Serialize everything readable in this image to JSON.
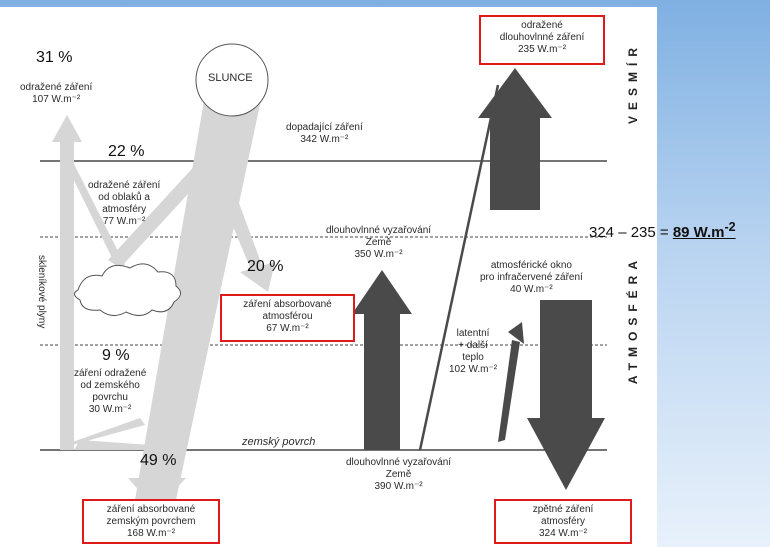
{
  "sun": {
    "label": "SLUNCE"
  },
  "layers": {
    "space": "VESMÍR",
    "atmosphere": "ATMOSFÉRA",
    "ground": "zemský povrch"
  },
  "greenhouse": "skleníkové plyny",
  "percentages": {
    "reflected_total": "31 %",
    "incoming_top": "22 %",
    "absorbed_atmosphere": "20 %",
    "reflected_surface": "9 %",
    "absorbed_surface": "49 %"
  },
  "flows": {
    "reflected_total": {
      "label": "odražené záření",
      "value": "107 W.m⁻²"
    },
    "incoming": {
      "label": "dopadající záření",
      "value": "342 W.m⁻²"
    },
    "reflected_clouds": {
      "label": "odražené záření od oblaků a atmosféry",
      "line1": "odražené záření",
      "line2": "od oblaků a",
      "line3": "atmosféry",
      "value": "77 W.m⁻²"
    },
    "reflected_surface": {
      "line1": "záření odražené",
      "line2": "od zemského",
      "line3": "povrchu",
      "value": "30 W.m⁻²"
    },
    "longwave_earth_upper": {
      "line1": "dlouhovlnné vyzařování",
      "line2": "Země",
      "value": "350 W.m⁻²"
    },
    "window": {
      "line1": "atmosférické okno",
      "line2": "pro infračervené záření",
      "value": "40 W.m⁻²"
    },
    "latent": {
      "line1": "latentní",
      "line2": "+ další",
      "line3": "teplo",
      "value": "102 W.m⁻²"
    },
    "longwave_earth_lower": {
      "line1": "dlouhovlnné vyzařování",
      "line2": "Země",
      "value": "390 W.m⁻²"
    }
  },
  "boxes": {
    "reflected_longwave": {
      "line1": "odražené",
      "line2": "dlouhovlnné záření",
      "value": "235 W.m⁻²"
    },
    "absorbed_atmosphere": {
      "line1": "záření absorbované",
      "line2": "atmosférou",
      "value": "67 W.m⁻²"
    },
    "absorbed_surface": {
      "line1": "záření absorbované",
      "line2": "zemským povrchem",
      "value": "168 W.m⁻²"
    },
    "back_radiation": {
      "line1": "zpětné záření",
      "line2": "atmosféry",
      "value": "324 W.m⁻²"
    }
  },
  "calculation": {
    "expr": "324 – 235 = ",
    "result": "89 W.m",
    "exp": "-2"
  },
  "colors": {
    "light_arrow": "#d6d6d6",
    "dark_arrow": "#4a4a4a",
    "box_border": "#e01a1a"
  }
}
